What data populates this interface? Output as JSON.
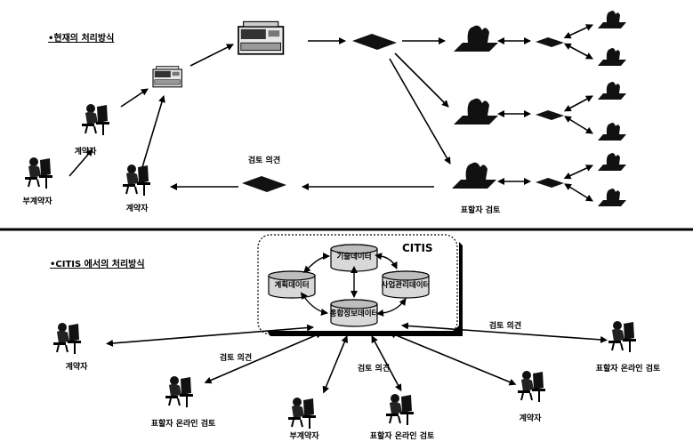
{
  "top": {
    "heading": "•현재의 처리방식",
    "labels": {
      "contractor_a": "계약자",
      "subcontractor": "부계약자",
      "contractor_b": "계약자",
      "review_result": "검토 의견",
      "reviewer_result": "표할자 검토"
    }
  },
  "bottom": {
    "heading": "•CITIS 에서의 처리방식",
    "citis_title": "CITIS",
    "databases": {
      "tech": "기술데이터",
      "mgmt": "계획데이터",
      "admin": "사업관리데이터",
      "integrated": "통합정보데이터"
    },
    "labels": {
      "contractor_left": "계약자",
      "review_left": "검토 의견",
      "online_left": "표할자 온라인 검토",
      "subcontractor": "부계약자",
      "review_mid": "검토 의견",
      "online_mid": "표할자 온라인 검토",
      "contractor_right": "계약자",
      "review_right": "검토 의견",
      "online_right": "표할자 온라인 검토"
    }
  }
}
